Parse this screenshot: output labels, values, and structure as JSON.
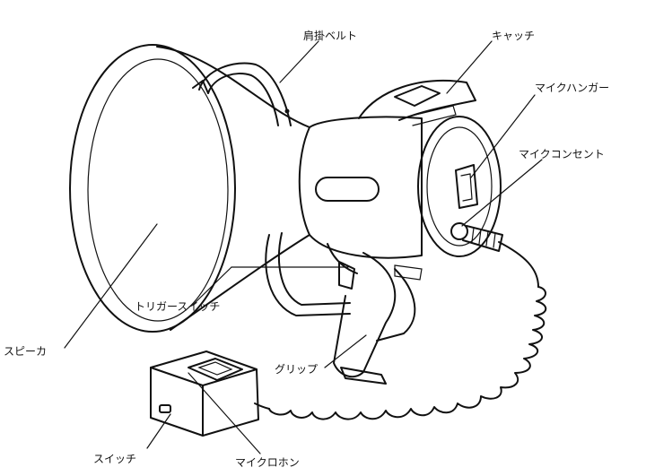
{
  "labels": {
    "shoulder_belt": "肩掛ベルト",
    "catch": "キャッチ",
    "mic_hanger": "マイクハンガー",
    "mic_outlet": "マイクコンセント",
    "speaker": "スピーカ",
    "trigger_switch": "トリガースイッチ",
    "grip": "グリップ",
    "switch": "スイッチ",
    "microphone": "マイクロホン"
  },
  "colors": {
    "ink": "#111111",
    "background": "#ffffff"
  }
}
